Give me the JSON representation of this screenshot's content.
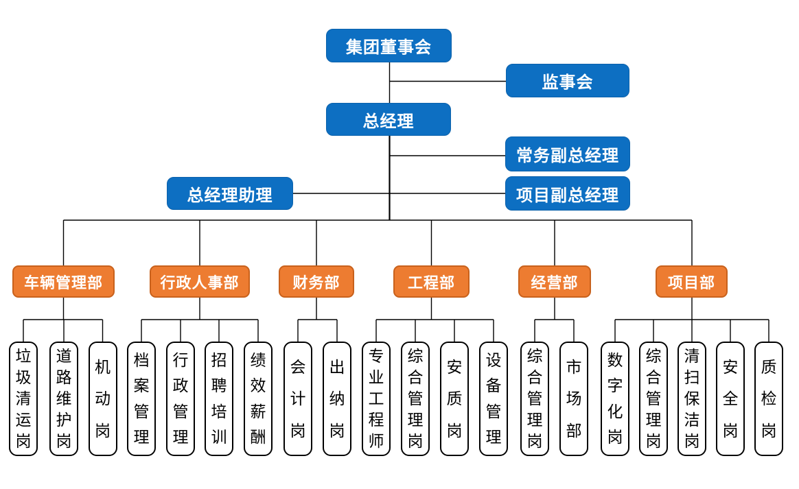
{
  "colors": {
    "primary_blue": "#0d6fc2",
    "accent_orange": "#ed7c31",
    "orange_border": "#c8611c",
    "leaf_border": "#000000",
    "connector": "#000000",
    "background": "#ffffff"
  },
  "org_chart": {
    "top": {
      "board": "集团董事会",
      "supervisory": "监事会",
      "general_manager": "总经理",
      "executive_deputy_gm": "常务副总经理",
      "gm_assistant": "总经理助理",
      "project_deputy_gm": "项目副总经理"
    },
    "departments": [
      {
        "label": "车辆管理部",
        "positions": [
          "垃圾清运岗",
          "道路维护岗",
          "机动岗"
        ]
      },
      {
        "label": "行政人事部",
        "positions": [
          "档案管理",
          "行政管理",
          "招聘培训",
          "绩效薪酬"
        ]
      },
      {
        "label": "财务部",
        "positions": [
          "会计岗",
          "出纳岗"
        ]
      },
      {
        "label": "工程部",
        "positions": [
          "专业工程师",
          "综合管理岗",
          "安质岗",
          "设备管理"
        ]
      },
      {
        "label": "经营部",
        "positions": [
          "综合管理岗",
          "市场部"
        ]
      },
      {
        "label": "项目部",
        "positions": [
          "数字化岗",
          "综合管理岗",
          "清扫保洁岗",
          "安全岗",
          "质检岗"
        ]
      }
    ]
  }
}
